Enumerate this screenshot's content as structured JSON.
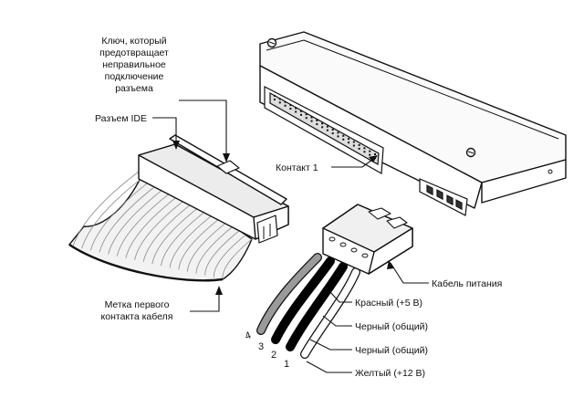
{
  "labels": {
    "key_line1": "Ключ, который",
    "key_line2": "предотвращает",
    "key_line3": "неправильное",
    "key_line4": "подключение",
    "key_line5": "разъема",
    "ide_connector": "Разъем IDE",
    "pin1_contact": "Контакт 1",
    "power_cable": "Кабель питания",
    "cable_mark_line1": "Метка первого",
    "cable_mark_line2": "контакта кабеля"
  },
  "wires": [
    {
      "number": "1",
      "label": "Желтый (+12 В)",
      "color": "#ffffff"
    },
    {
      "number": "2",
      "label": "Черный (общий)",
      "color": "#000000"
    },
    {
      "number": "3",
      "label": "Черный (общий)",
      "color": "#000000"
    },
    {
      "number": "4",
      "label": "Красный (+5 В)",
      "color": "#999999"
    }
  ],
  "colors": {
    "line": "#111111",
    "ribbon": "#f2f2f2",
    "ribbon_stripes": "#8a8a8a",
    "wire_gray": "#999999",
    "wire_black": "#000000",
    "drive_body": "#fafafa"
  }
}
